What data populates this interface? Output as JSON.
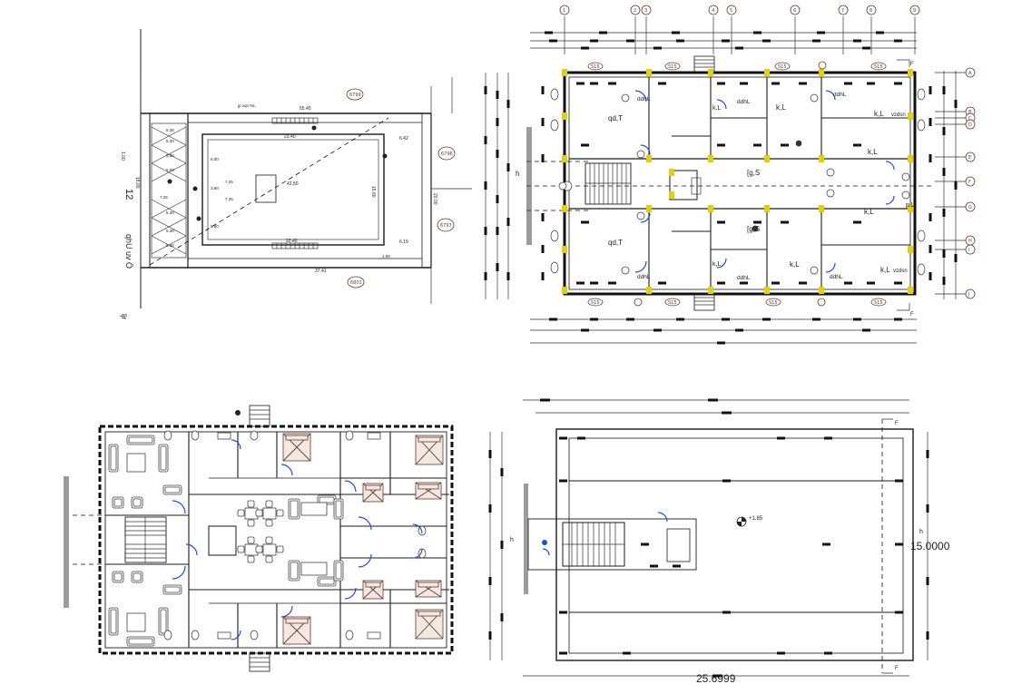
{
  "site_plan": {
    "top_dim": "55.45",
    "road_label": "jp vqn %L",
    "inner_top": "23.40",
    "right_dim_a": "6.42",
    "inner_right": "15.60",
    "road_width": "20.00",
    "diagonal": "42.50",
    "inner_bottom": "23.40",
    "right_dim_b": "6.19",
    "bottom_dim": "37.41",
    "left_dim": "18.00",
    "left_dims": [
      "5.30",
      "5.30",
      "5.80",
      "5.00",
      "7.25",
      "5.30",
      "5.30",
      "5.30"
    ],
    "inner_dims": [
      "7.25",
      "7.25",
      "3.60",
      "6.00",
      "6.60"
    ],
    "plot_labels": [
      "6799",
      "6796",
      "6797",
      "6801"
    ],
    "side_text_a": "12",
    "side_text_b": "qhU uv Ö",
    "side_text_c": "ljr",
    "side_tag": "1.00"
  },
  "floor_plan": {
    "grid_top": [
      "1",
      "2",
      "3",
      "4",
      "5",
      "6",
      "7",
      "8",
      "9"
    ],
    "grid_right": [
      "A",
      "B",
      "C",
      "D",
      "E",
      "F",
      "G",
      "H",
      "I",
      "J"
    ],
    "room_labels": [
      "qd,T",
      "qd,T",
      "[g,S",
      "[g,S",
      "k,L",
      "k,L",
      "k,L",
      "k,L",
      "k,L",
      "k,L",
      "k,L",
      "k,L",
      "vzdsn",
      "vzdsn",
      "p.L",
      "h"
    ],
    "small_labels": [
      "ddhL",
      "ddhL",
      "ddhL",
      "ddhL",
      "ddhL",
      "ddhL"
    ],
    "tags": [
      "S15",
      "S15",
      "S15",
      "S15",
      "S15",
      "S15",
      "S15",
      "S15"
    ]
  },
  "furniture_plan": {},
  "roof_plan": {
    "level": "+1.85",
    "height_label": "h",
    "height_value": "15.0000",
    "width_value": "25.6999",
    "section_mark": "F"
  }
}
